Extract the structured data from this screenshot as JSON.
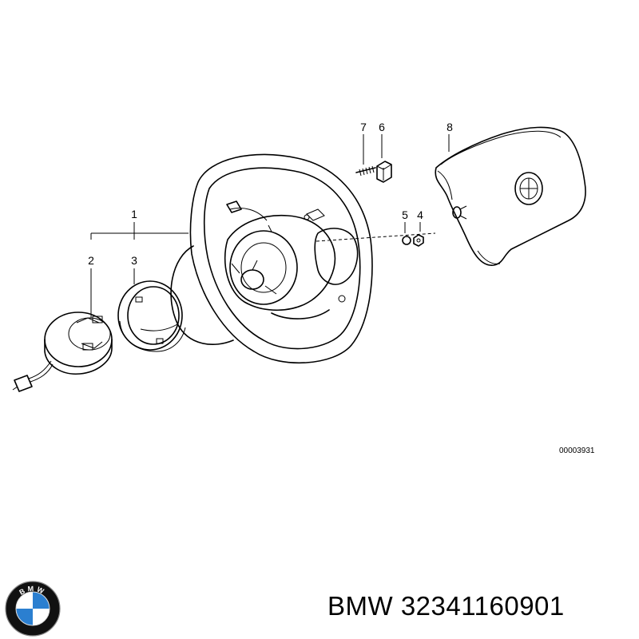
{
  "callouts": {
    "c1": "1",
    "c2": "2",
    "c3": "3",
    "c4": "4",
    "c5": "5",
    "c6": "6",
    "c7": "7",
    "c8": "8"
  },
  "drawing_number": "00003931",
  "caption": {
    "brand": "BMW",
    "part_number": "32341160901"
  },
  "logo": {
    "ring_text": "BMW",
    "colors": {
      "ring": "#111111",
      "blue": "#2b7fd0",
      "white": "#ffffff"
    }
  }
}
